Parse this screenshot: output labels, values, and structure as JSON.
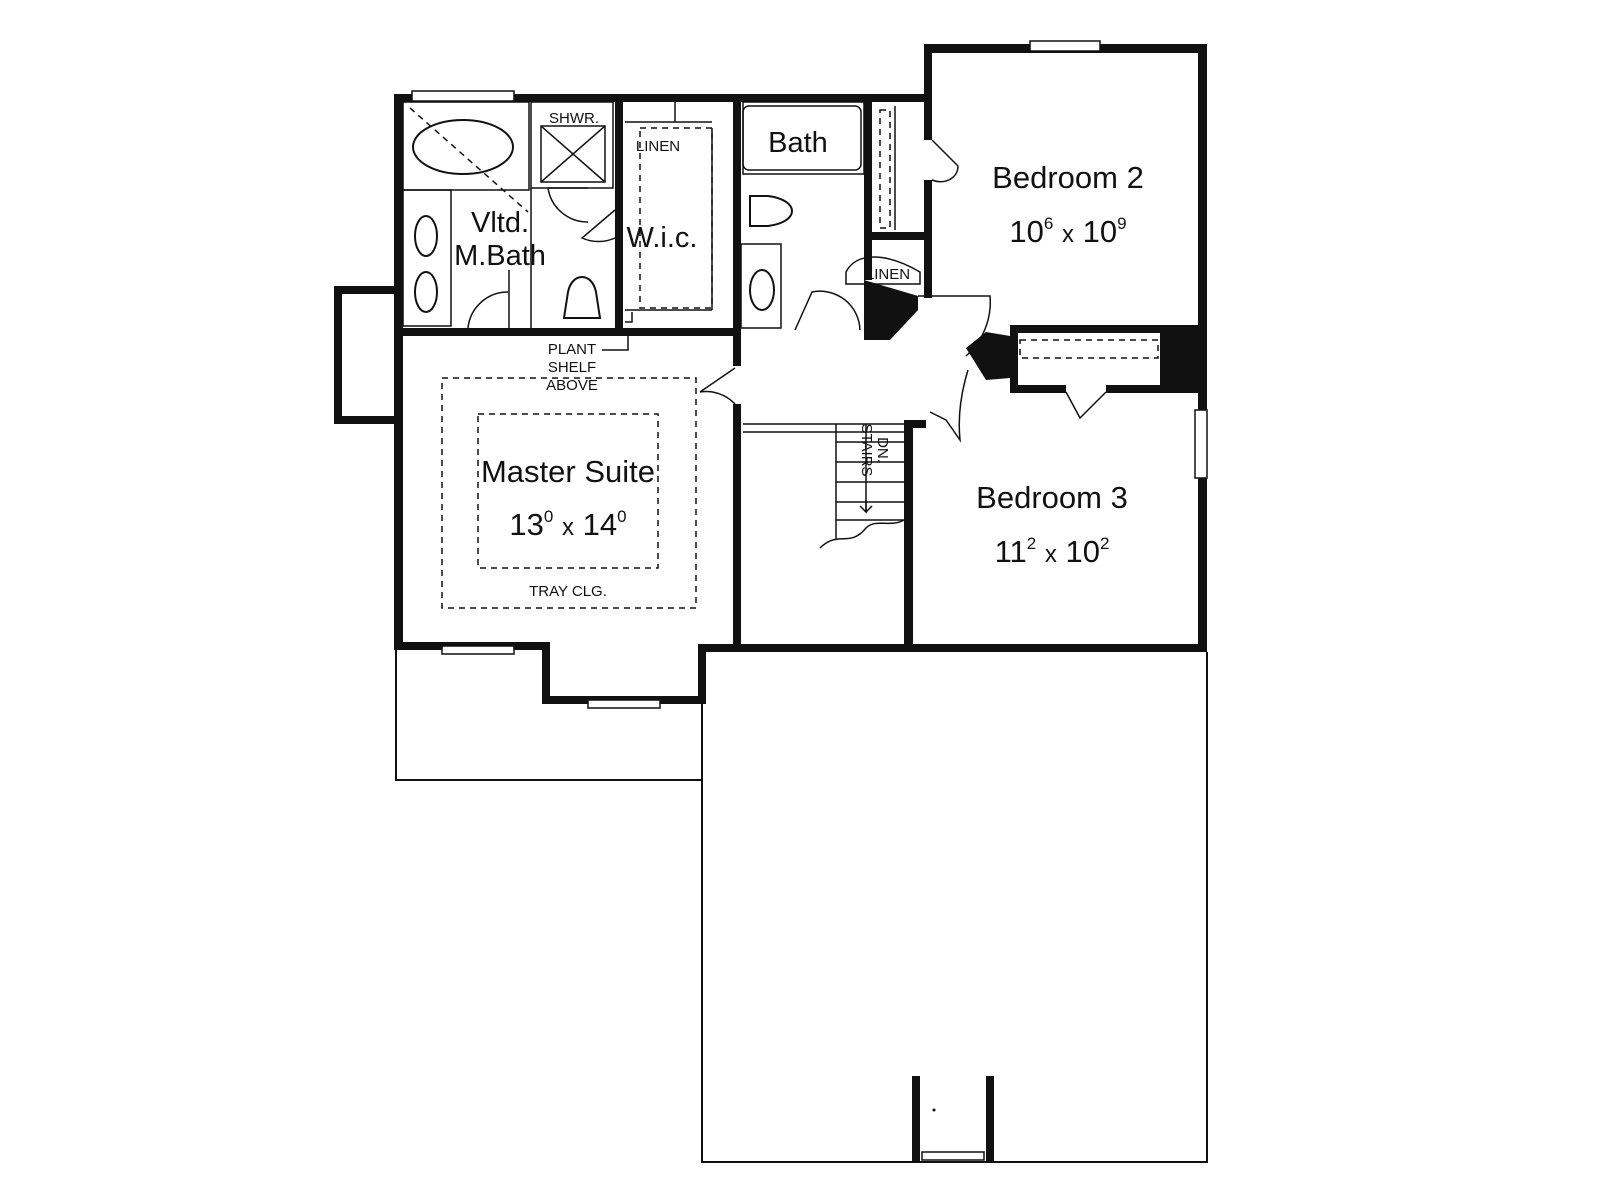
{
  "rooms": {
    "master_suite": {
      "name": "Master Suite",
      "w": "13",
      "w_in": "0",
      "d": "14",
      "d_in": "0"
    },
    "bedroom2": {
      "name": "Bedroom 2",
      "w": "10",
      "w_in": "6",
      "d": "10",
      "d_in": "9"
    },
    "bedroom3": {
      "name": "Bedroom 3",
      "w": "11",
      "w_in": "2",
      "d": "10",
      "d_in": "2"
    },
    "master_bath": {
      "line1": "Vltd.",
      "line2": "M.Bath"
    },
    "wic": {
      "name": "W.i.c."
    },
    "bath": {
      "name": "Bath"
    }
  },
  "labels": {
    "dim_sep": "x",
    "shower": "SHWR.",
    "linen": "LINEN",
    "plant_shelf": [
      "PLANT",
      "SHELF",
      "ABOVE"
    ],
    "tray_ceiling": "TRAY CLG.",
    "stairs": [
      "STAIRS",
      "DN."
    ]
  },
  "colors": {
    "ink": "#111111",
    "paper": "#ffffff"
  }
}
